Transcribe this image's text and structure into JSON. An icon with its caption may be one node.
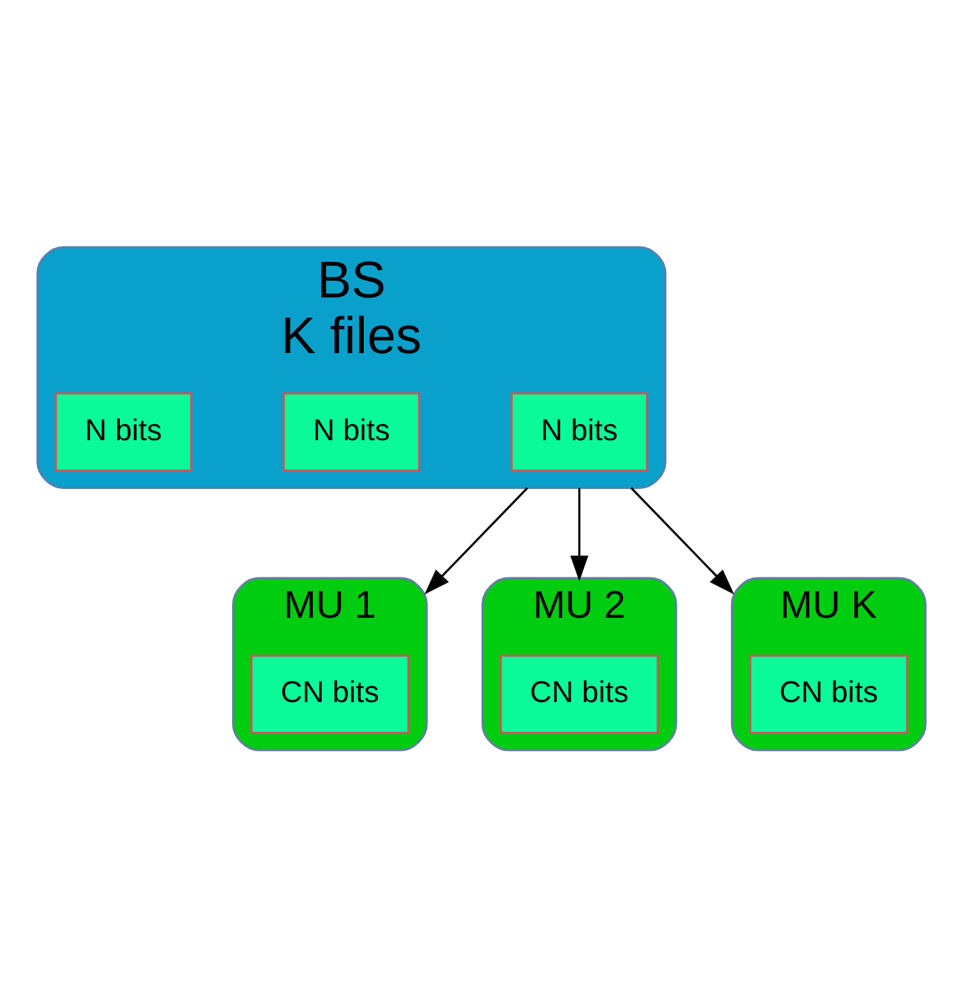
{
  "diagram": {
    "nodes": [
      {
        "text": [
          "BS",
          "K files"
        ]
      },
      {
        "text": [
          "N bits"
        ],
        "in": 0
      },
      {
        "text": [
          "N bits"
        ],
        "in": 0
      },
      {
        "text": [
          "N bits"
        ],
        "in": 0
      },
      {
        "text": [
          "MU 1"
        ]
      },
      {
        "text": [
          "CN bits"
        ],
        "in": 4
      },
      {
        "text": [
          "MU 2"
        ]
      },
      {
        "text": [
          "CN bits"
        ],
        "in": 6
      },
      {
        "text": [
          "MU K"
        ]
      },
      {
        "text": [
          "CN bits"
        ],
        "in": 8
      }
    ],
    "edges": [
      {
        "from": 0,
        "to": 4,
        "arrow": "to"
      },
      {
        "from": 0,
        "to": 6,
        "arrow": "to"
      },
      {
        "from": 0,
        "to": 8,
        "arrow": "to"
      }
    ]
  }
}
